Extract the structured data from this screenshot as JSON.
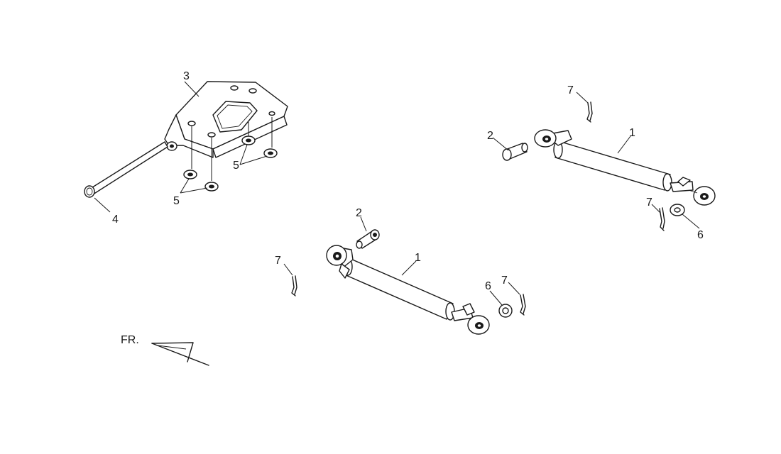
{
  "callouts": {
    "c1a": "1",
    "c1b": "1",
    "c2a": "2",
    "c2b": "2",
    "c3": "3",
    "c4": "4",
    "c5a": "5",
    "c5b": "5",
    "c6a": "6",
    "c6b": "6",
    "c7a": "7",
    "c7b": "7",
    "c7c": "7",
    "c7d": "7"
  },
  "direction_label": "FR."
}
